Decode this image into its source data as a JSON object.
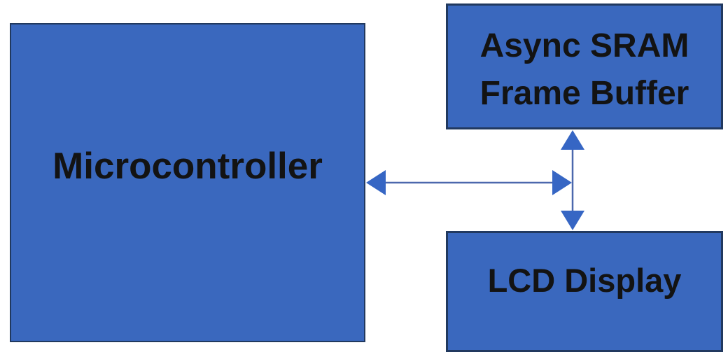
{
  "diagram": {
    "description": "Block diagram of a microcontroller connected via a shared bus to an async SRAM frame buffer and an LCD display",
    "nodes": {
      "microcontroller": {
        "label": "Microcontroller"
      },
      "sram": {
        "label_line1": "Async SRAM",
        "label_line2": "Frame Buffer"
      },
      "lcd": {
        "label": "LCD Display"
      }
    },
    "connectors": [
      {
        "id": "mcu-bus",
        "type": "double-headed-arrow",
        "orientation": "horizontal",
        "from": "Microcontroller",
        "to": "bus junction between Async SRAM Frame Buffer and LCD Display"
      },
      {
        "id": "sram-lcd-bus",
        "type": "double-headed-arrow",
        "orientation": "vertical",
        "from": "Async SRAM Frame Buffer",
        "to": "LCD Display"
      }
    ],
    "colors": {
      "node_fill": "#3a68be",
      "node_border": "#21395f",
      "arrow_fill": "#3666c4",
      "arrow_line": "#4c68ad",
      "label_text": "#131313",
      "background": "#ffffff"
    }
  }
}
